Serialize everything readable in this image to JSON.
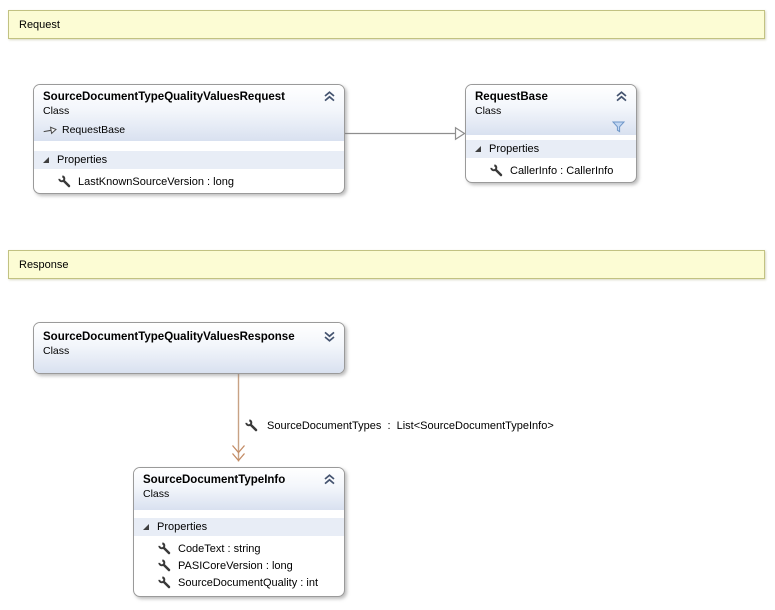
{
  "diagram": {
    "banners": {
      "request": "Request",
      "response": "Response"
    },
    "classes": {
      "request_class": {
        "title": "SourceDocumentTypeQualityValuesRequest",
        "kind": "Class",
        "base_type": "RequestBase",
        "properties_label": "Properties",
        "properties": [
          "LastKnownSourceVersion : long"
        ]
      },
      "request_base": {
        "title": "RequestBase",
        "kind": "Class",
        "properties_label": "Properties",
        "properties": [
          "CallerInfo : CallerInfo"
        ]
      },
      "response_class": {
        "title": "SourceDocumentTypeQualityValuesResponse",
        "kind": "Class"
      },
      "source_document_type_info": {
        "title": "SourceDocumentTypeInfo",
        "kind": "Class",
        "properties_label": "Properties",
        "properties": [
          "CodeText : string",
          "PASICoreVersion : long",
          "SourceDocumentQuality : int"
        ]
      }
    },
    "connectors": {
      "association_label": "SourceDocumentTypes  :  List<SourceDocumentTypeInfo>"
    },
    "icons": {
      "collapse": "chevron-double-up",
      "expand": "chevron-double-down",
      "property": "wrench",
      "filter": "funnel",
      "inheritance": "dash-open-triangle-arrow",
      "section_expander": "filled-corner-triangle"
    },
    "colors": {
      "banner_bg": "#FCFCD4",
      "banner_border": "#C2C282",
      "box_border": "#9A9A9A",
      "header_gradient_bottom": "#D9E1F0",
      "section_band_bg": "#E8EDF6",
      "inheritance_line": "#8E8E8E",
      "association_line": "#C8A284",
      "association_arrow": "#C38B64",
      "filter_icon_fill": "#C2D7F2",
      "chevron_icon": "#44536F"
    }
  }
}
